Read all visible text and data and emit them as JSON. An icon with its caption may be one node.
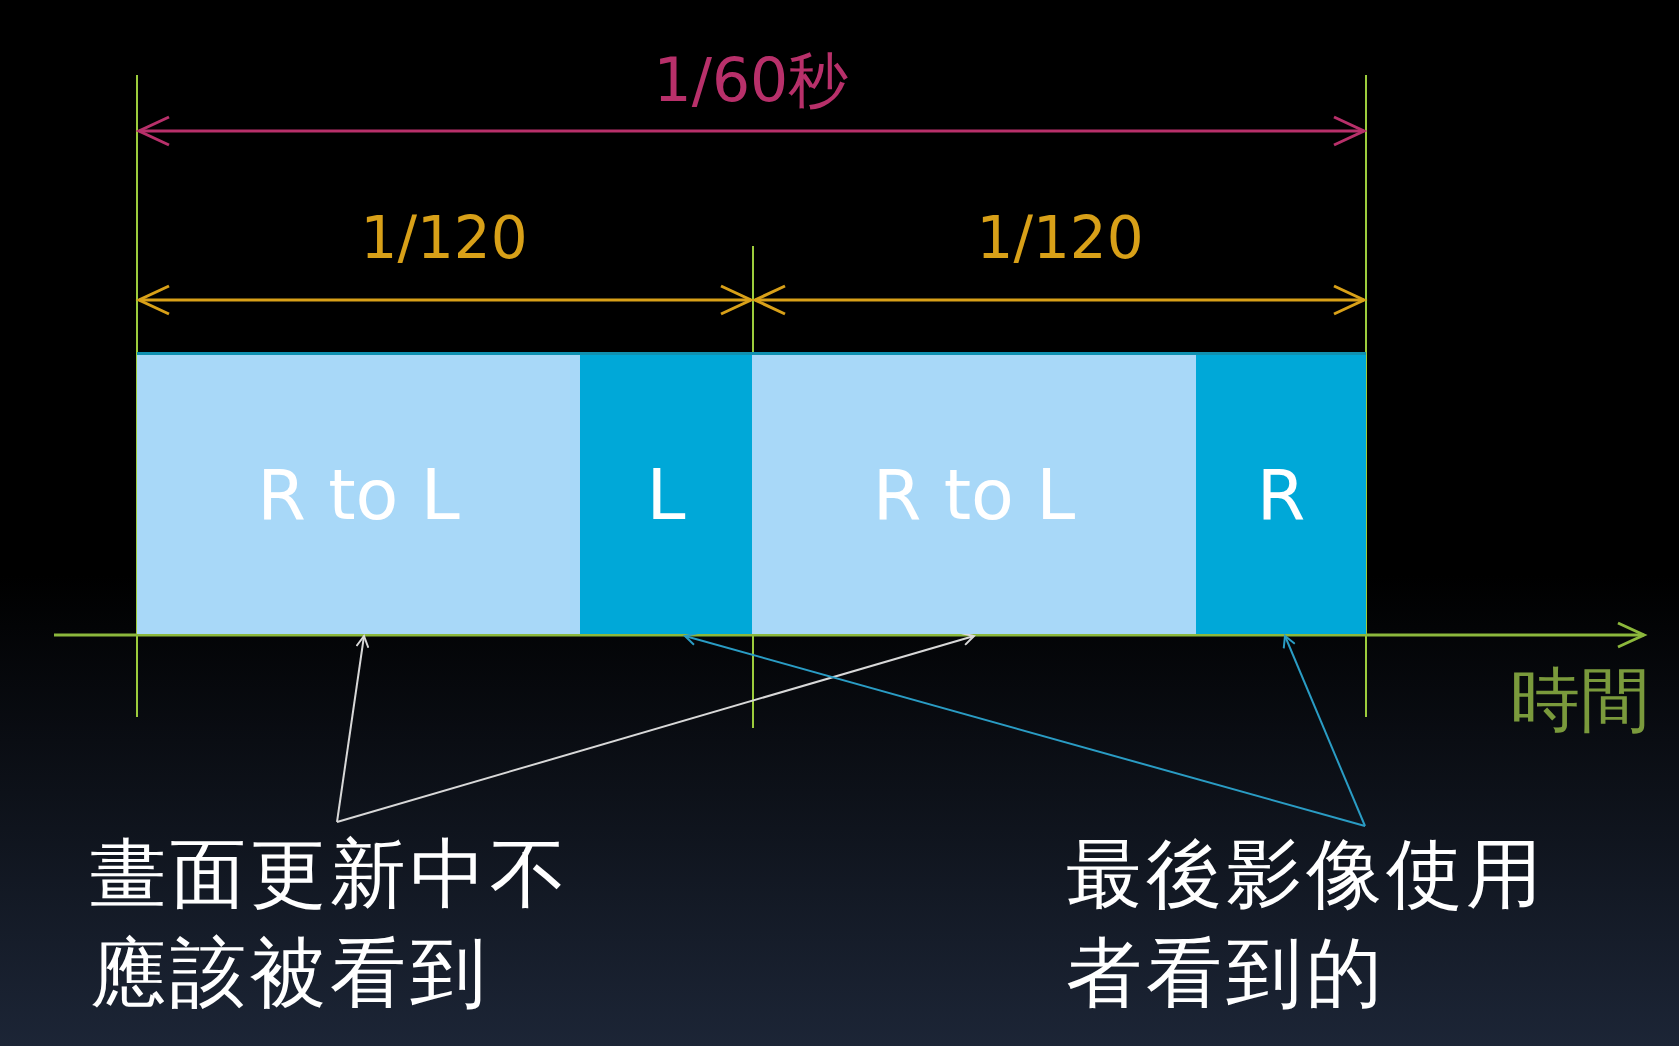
{
  "diagram": {
    "nodes": [
      {
        "text": [
          "R to L"
        ]
      },
      {
        "text": [
          "L"
        ]
      },
      {
        "text": [
          "R to L"
        ]
      },
      {
        "text": [
          "R"
        ]
      },
      {
        "text": [
          "畫面更新中不應該被看到"
        ]
      },
      {
        "text": [
          "最後影像使用者看到的"
        ]
      }
    ],
    "edges": [
      {
        "from": 4,
        "to": 0,
        "arrow": "to",
        "color": "#d8d8d8"
      },
      {
        "from": 4,
        "to": 2,
        "arrow": "to",
        "color": "#d8d8d8"
      },
      {
        "from": 5,
        "to": 1,
        "arrow": "to",
        "color": "#2a9cc4"
      },
      {
        "from": 5,
        "to": 3,
        "arrow": "to",
        "color": "#2a9cc4"
      }
    ],
    "labels": [
      "1/60秒",
      "1/120",
      "1/120",
      "時間"
    ]
  }
}
